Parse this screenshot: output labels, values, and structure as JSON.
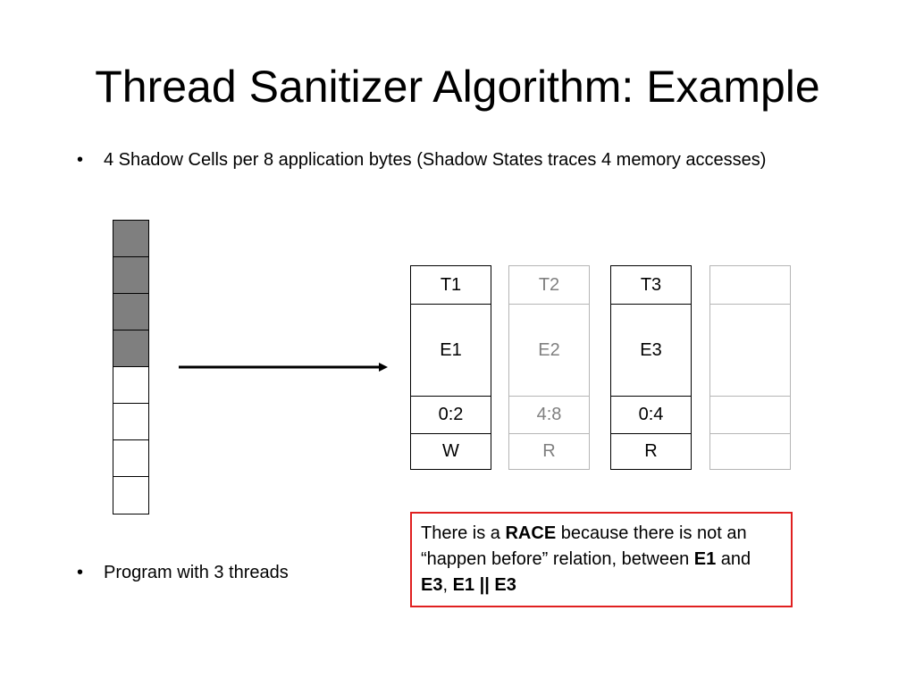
{
  "slide": {
    "title": "Thread Sanitizer Algorithm: Example",
    "bullets": [
      "4 Shadow Cells per 8 application bytes (Shadow States traces 4 memory accesses)",
      "Program with 3 threads"
    ],
    "bullet_glyph": "•"
  },
  "memory": {
    "bytes": 8,
    "accessed_bytes": 4,
    "filled_color": "#7f7f7f"
  },
  "shadow_cells": [
    {
      "thread": "T1",
      "epoch": "E1",
      "pos": "0:2",
      "op": "W",
      "faded": false
    },
    {
      "thread": "T2",
      "epoch": "E2",
      "pos": "4:8",
      "op": "R",
      "faded": true
    },
    {
      "thread": "T3",
      "epoch": "E3",
      "pos": "0:4",
      "op": "R",
      "faded": false
    },
    {
      "thread": "",
      "epoch": "",
      "pos": "",
      "op": "",
      "faded": true
    }
  ],
  "note": {
    "t1": "There is a ",
    "b1": "RACE",
    "t2": " because there is not an “happen before” relation, between ",
    "b2": "E1",
    "t3": " and ",
    "b3": "E3",
    "t4": ", ",
    "b4": "E1 || E3",
    "border_color": "#e02020"
  }
}
